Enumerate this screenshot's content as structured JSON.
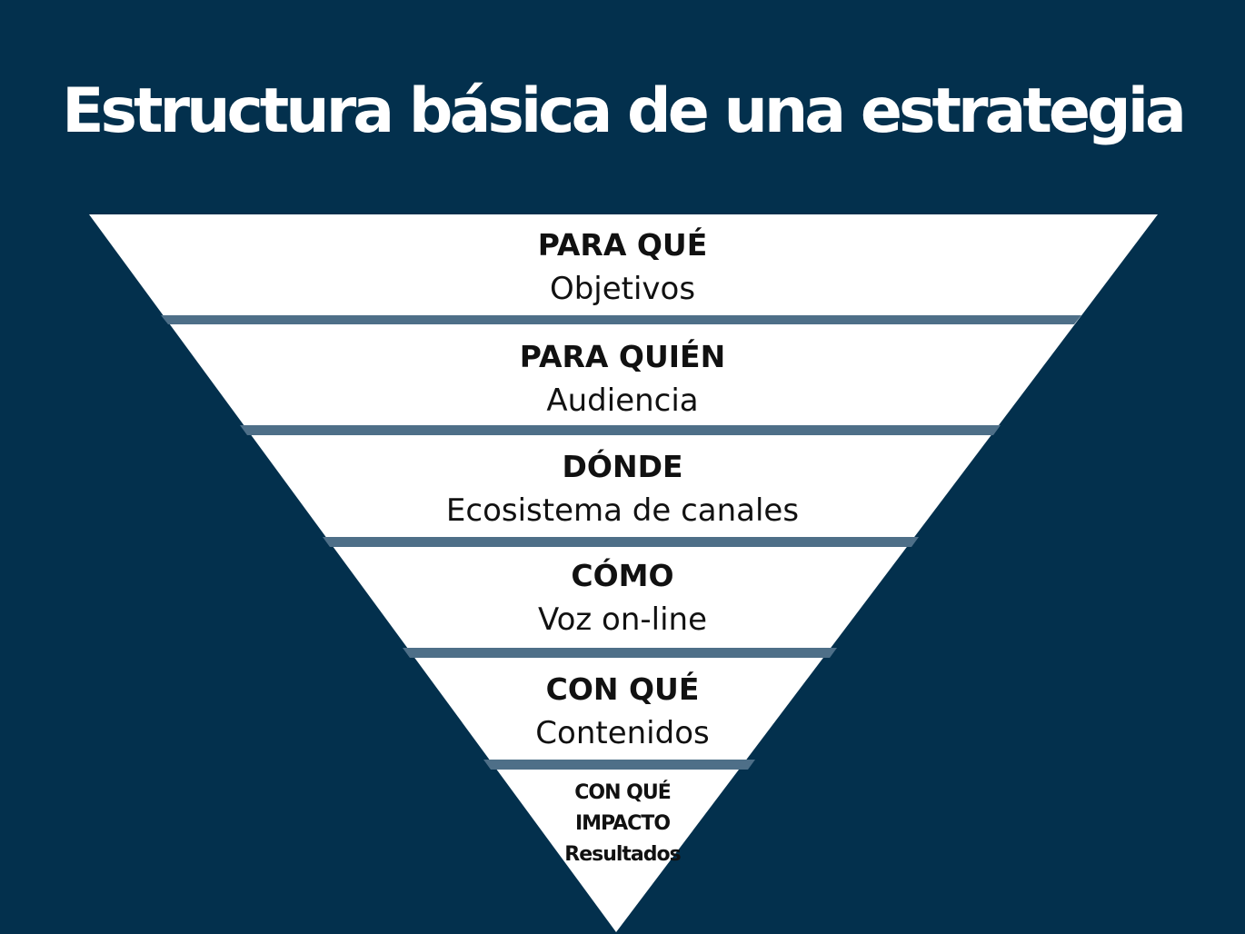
{
  "title": "Estructura básica de una estrategia",
  "colors": {
    "background": "#03304d",
    "band": "#ffffff",
    "separator": "#4e6f88",
    "text": "#111111",
    "title": "#ffffff"
  },
  "levels": [
    {
      "head": "PARA QUÉ",
      "sub": "Objetivos"
    },
    {
      "head": "PARA QUIÉN",
      "sub": "Audiencia"
    },
    {
      "head": "DÓNDE",
      "sub": "Ecosistema de canales"
    },
    {
      "head": "CÓMO",
      "sub": "Voz on-line"
    },
    {
      "head": "CON QUÉ",
      "sub": "Contenidos"
    },
    {
      "head": "CON QUÉ IMPACTO",
      "head_line1": "CON QUÉ",
      "head_line2": "IMPACTO",
      "sub": "Resultados"
    }
  ]
}
